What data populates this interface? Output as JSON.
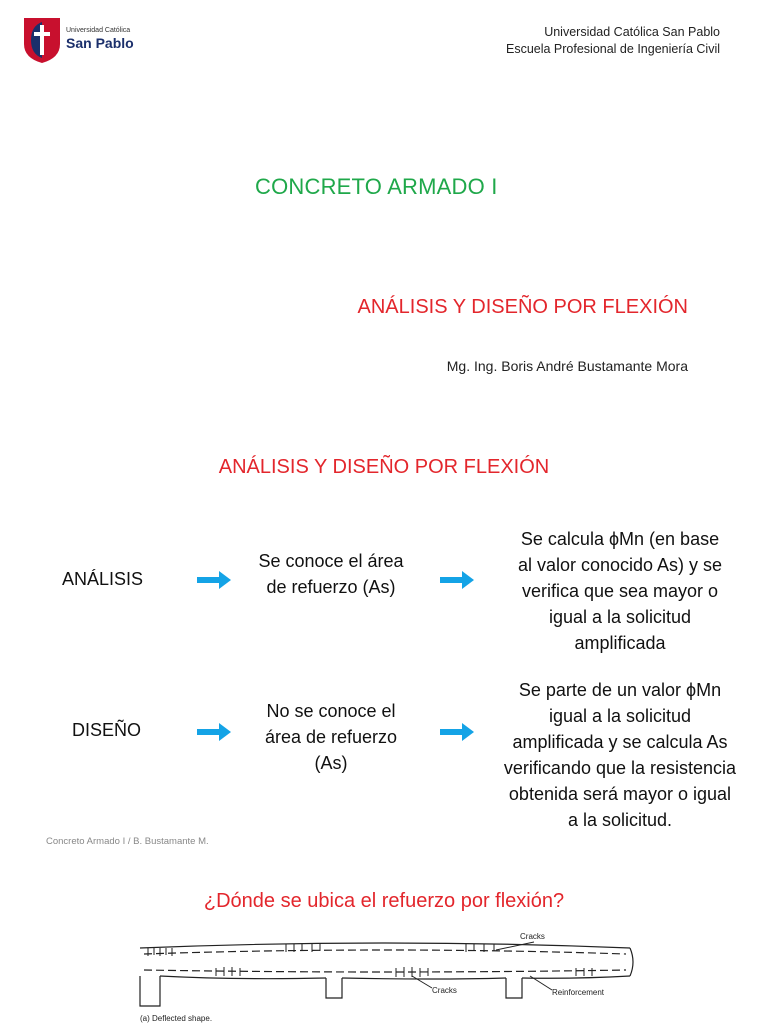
{
  "slide1": {
    "logo": {
      "line1": "Universidad Católica",
      "line2": "San Pablo"
    },
    "institution": {
      "line1": "Universidad Católica San Pablo",
      "line2": "Escuela Profesional de Ingeniería Civil"
    },
    "course_title": "CONCRETO ARMADO I",
    "subtitle": "ANÁLISIS Y DISEÑO POR FLEXIÓN",
    "author": "Mg. Ing. Boris André Bustamante Mora"
  },
  "slide2": {
    "title": "ANÁLISIS Y DISEÑO POR FLEXIÓN",
    "rows": [
      {
        "label": "ANÁLISIS",
        "middle": [
          "Se conoce el área",
          "de refuerzo (As)"
        ],
        "right": [
          "Se calcula ϕMn (en base",
          "al valor conocido As) y se",
          "verifica que sea mayor o",
          "igual a la solicitud",
          "amplificada"
        ]
      },
      {
        "label": "DISEÑO",
        "middle": [
          "No se conoce el",
          "área de refuerzo",
          "(As)"
        ],
        "right": [
          "Se parte de un valor ϕMn",
          "igual a la solicitud",
          "amplificada y se calcula As",
          "verificando que la resistencia",
          "obtenida será mayor o igual",
          "a la solicitud."
        ]
      }
    ],
    "footer": "Concreto Armado I / B. Bustamante M."
  },
  "slide3": {
    "title": "¿Dónde se ubica el refuerzo por flexión?",
    "figure": {
      "label_cracks_top": "Cracks",
      "label_cracks_bottom": "Cracks",
      "label_reinforcement": "Reinforcement",
      "caption": "(a)  Deflected shape."
    }
  },
  "colors": {
    "green": "#1fa84a",
    "red": "#e3262c",
    "arrow": "#14a3e6",
    "logo_red": "#c8102e",
    "logo_blue": "#1b2f6b"
  }
}
